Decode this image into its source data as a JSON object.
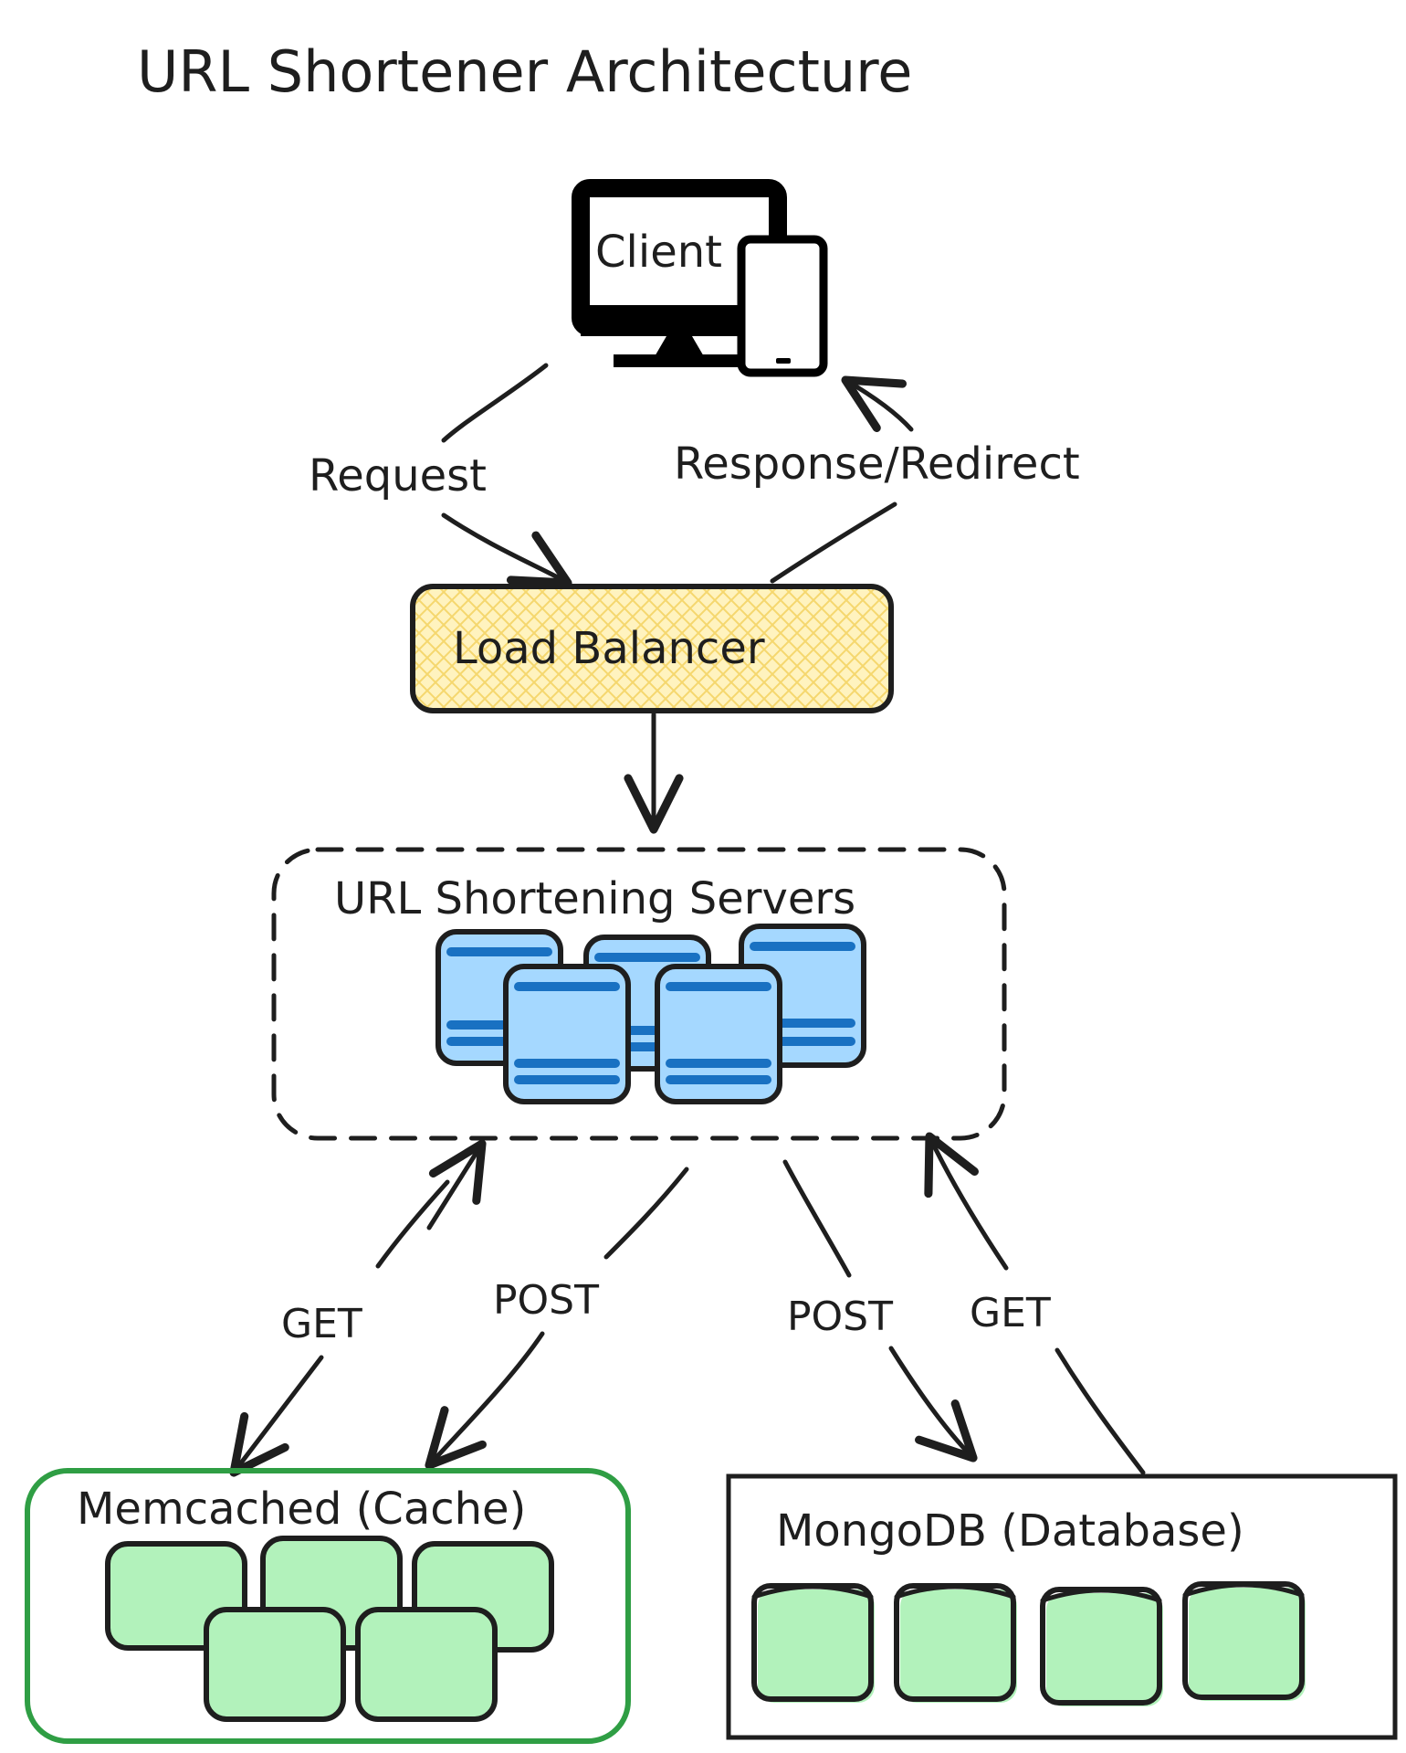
{
  "title": "URL Shortener Architecture",
  "nodes": {
    "client": "Client",
    "load_balancer": "Load Balancer",
    "servers": "URL Shortening Servers",
    "cache": "Memcached (Cache)",
    "database": "MongoDB (Database)"
  },
  "edges": {
    "request": "Request",
    "response": "Response/Redirect",
    "cache_get": "GET",
    "cache_post": "POST",
    "db_post": "POST",
    "db_get": "GET"
  },
  "colors": {
    "ink": "#1e1e1e",
    "load_balancer_fill": "#fff3bf",
    "load_balancer_hatch": "#f5d76e",
    "server_fill": "#a5d8ff",
    "server_stripe": "#1971c2",
    "cache_border": "#2f9e44",
    "storage_fill": "#b2f2bb"
  }
}
